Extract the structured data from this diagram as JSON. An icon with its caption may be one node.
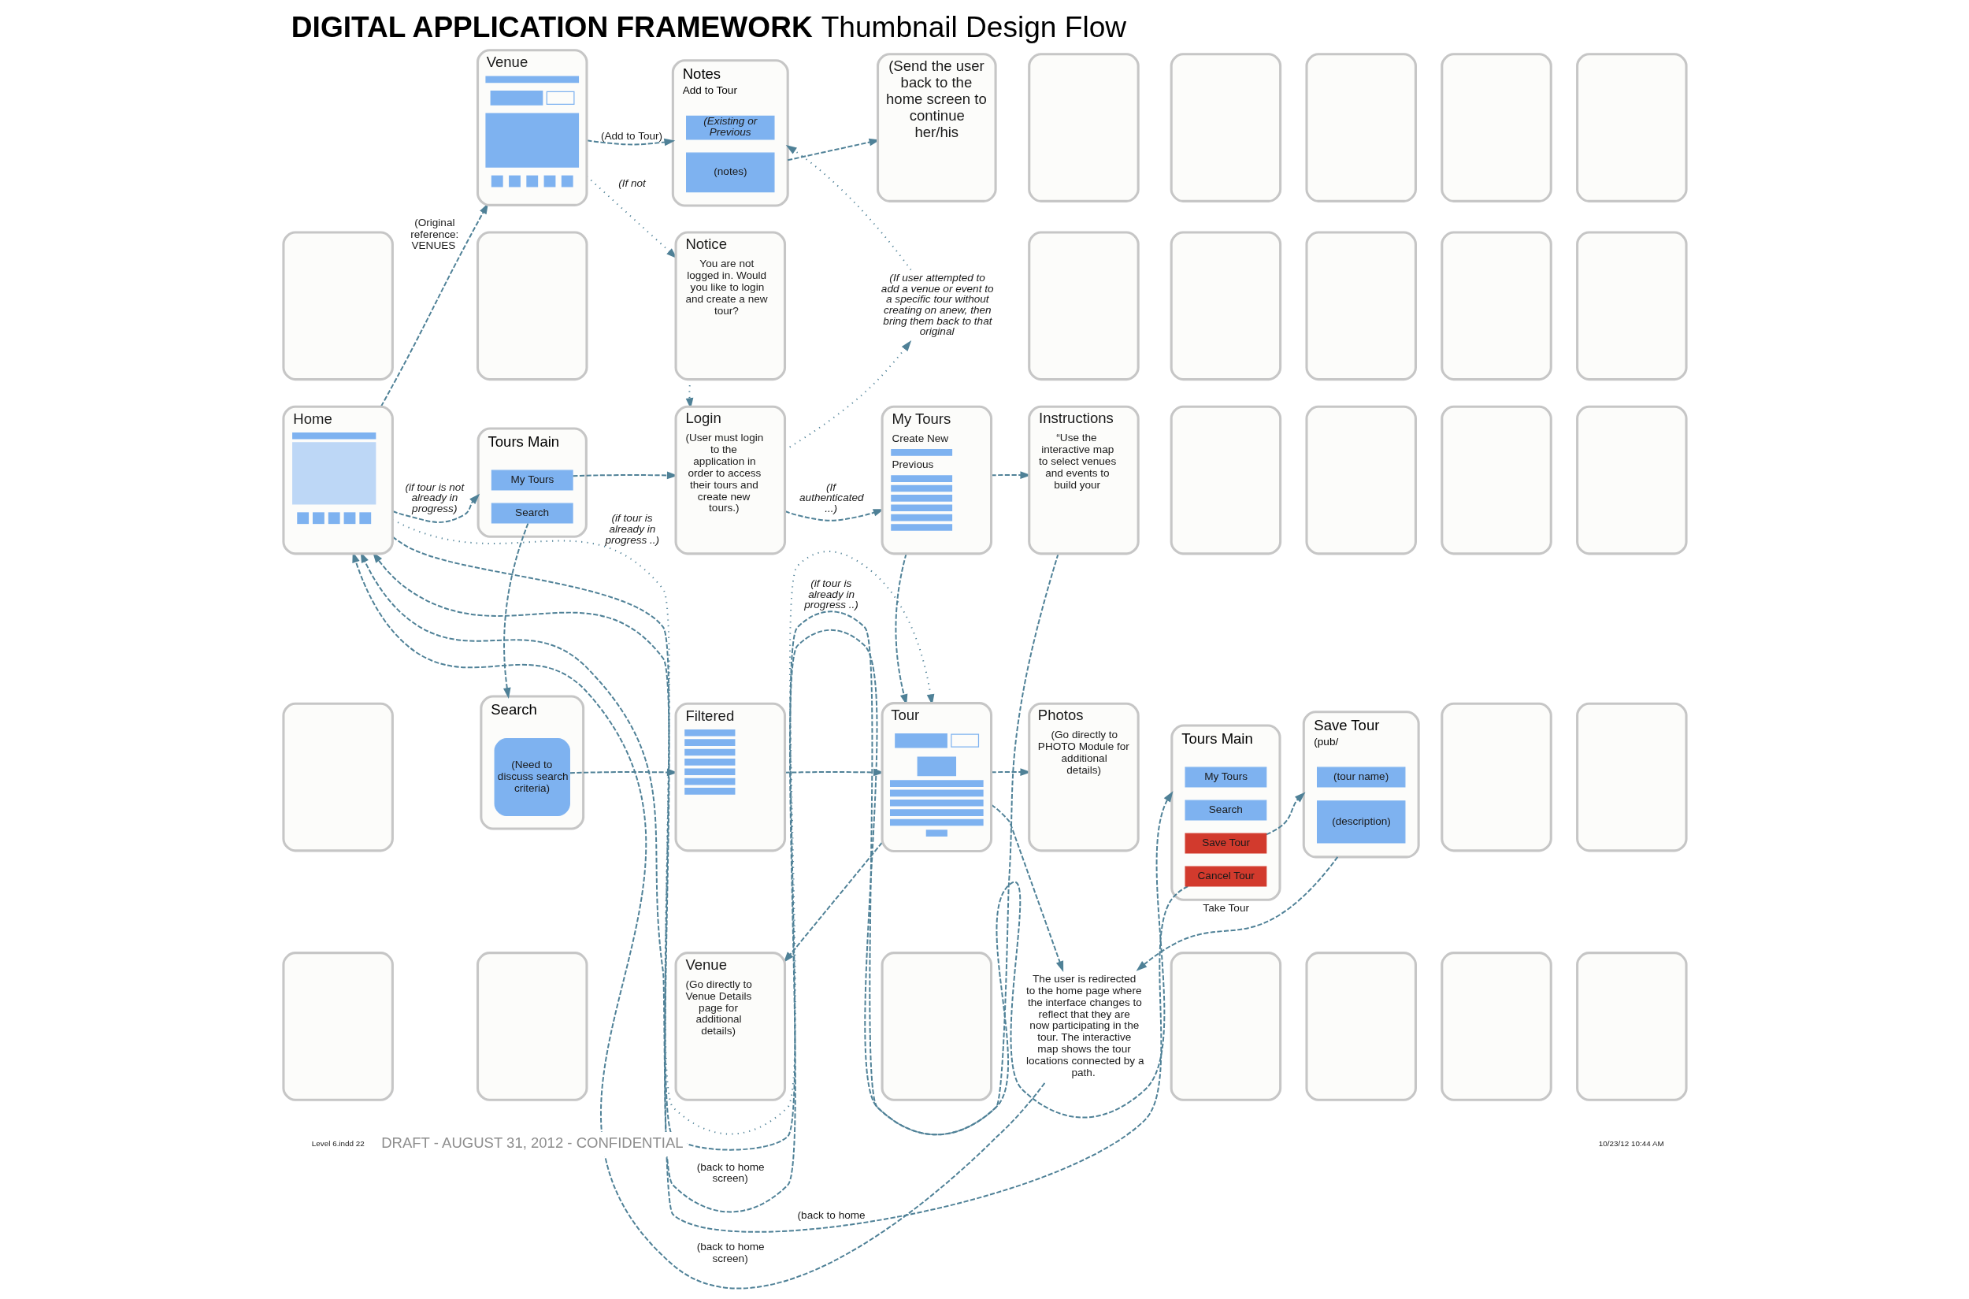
{
  "diagram": {
    "title": "**DIGITAL APPLICATION FRAMEWORK** Thumbnail Design Flow",
    "nodes": [
      {
        "text": [
          "Venue"
        ]
      },
      {
        "text": [
          "Notes",
          "Add to Tour"
        ]
      },
      {
        "text": [
          "(Existing or Previous"
        ],
        "in": 1
      },
      {
        "text": [
          "(notes)"
        ],
        "in": 1
      },
      {
        "text": [
          "(Send the user back to the home screen to continue her/his"
        ]
      },
      {
        "text": [],
        "shape": "box"
      },
      {
        "text": [],
        "shape": "box"
      },
      {
        "text": [],
        "shape": "box"
      },
      {
        "text": [],
        "shape": "box"
      },
      {
        "text": [],
        "shape": "box"
      },
      {
        "text": [],
        "shape": "box"
      },
      {
        "text": [],
        "shape": "box"
      },
      {
        "text": [
          "Notice",
          "You are not logged in. Would you like to login and create a new tour?"
        ]
      },
      {
        "text": [
          "(If user attempted to add a venue or event to a specific tour without creating on anew, then bring them back to that original"
        ]
      },
      {
        "text": [],
        "shape": "box"
      },
      {
        "text": [],
        "shape": "box"
      },
      {
        "text": [],
        "shape": "box"
      },
      {
        "text": [],
        "shape": "box"
      },
      {
        "text": [],
        "shape": "box"
      },
      {
        "text": [
          "Home"
        ]
      },
      {
        "text": [
          "Tours Main"
        ]
      },
      {
        "text": [
          "My Tours"
        ],
        "in": 20
      },
      {
        "text": [
          "Search"
        ],
        "in": 20
      },
      {
        "text": [
          "Login",
          "(User must login to the application in order to access their tours and create new tours.)"
        ]
      },
      {
        "text": [
          "My Tours",
          "Create New",
          "Previous"
        ]
      },
      {
        "text": [
          "Instructions",
          "“Use the interactive map to select venues and events to build your"
        ]
      },
      {
        "text": [],
        "shape": "box"
      },
      {
        "text": [],
        "shape": "box"
      },
      {
        "text": [],
        "shape": "box"
      },
      {
        "text": [],
        "shape": "box"
      },
      {
        "text": [],
        "shape": "box"
      },
      {
        "text": [
          "Search"
        ]
      },
      {
        "text": [
          "(Need to discuss search criteria)"
        ],
        "in": 31
      },
      {
        "text": [
          "Filtered"
        ]
      },
      {
        "text": [
          "Tour"
        ]
      },
      {
        "text": [
          "Photos",
          "(Go directly to PHOTO Module for additional details)"
        ]
      },
      {
        "text": [
          "Tours Main"
        ]
      },
      {
        "text": [
          "My Tours"
        ],
        "in": 36
      },
      {
        "text": [
          "Search"
        ],
        "in": 36
      },
      {
        "text": [
          "Save Tour"
        ],
        "in": 36
      },
      {
        "text": [
          "Cancel Tour"
        ],
        "in": 36
      },
      {
        "text": [
          "Save Tour",
          "(pub/"
        ]
      },
      {
        "text": [
          "(tour name)"
        ],
        "in": 41
      },
      {
        "text": [
          "(description)"
        ],
        "in": 41
      },
      {
        "text": [],
        "shape": "box"
      },
      {
        "text": [],
        "shape": "box"
      },
      {
        "text": [],
        "shape": "box"
      },
      {
        "text": [],
        "shape": "box"
      },
      {
        "text": [
          "Venue",
          "(Go directly to Venue Details page for additional details)"
        ]
      },
      {
        "text": [],
        "shape": "box"
      },
      {
        "text": [
          "The user is redirected to the home page where the interface changes to reflect that they are now participating in the tour. The interactive map shows the tour locations connected by a path."
        ]
      },
      {
        "text": [],
        "shape": "box"
      },
      {
        "text": [],
        "shape": "box"
      },
      {
        "text": [],
        "shape": "box"
      },
      {
        "text": [],
        "shape": "box"
      }
    ],
    "edges": [
      {
        "from": 19,
        "to": 0,
        "arrow": "to",
        "style": "dashed",
        "label": "(Original reference: VENUES"
      },
      {
        "from": 0,
        "to": 1,
        "arrow": "to",
        "style": "dashed",
        "label": "(Add to Tour)"
      },
      {
        "from": 0,
        "to": 12,
        "arrow": "to",
        "style": "dashed",
        "label": "(If not"
      },
      {
        "from": 1,
        "to": 4,
        "arrow": "to",
        "style": "dashed"
      },
      {
        "from": 12,
        "to": 23,
        "arrow": "to",
        "style": "dashed"
      },
      {
        "from": 23,
        "to": 13,
        "arrow": "to",
        "style": "dashed"
      },
      {
        "from": 13,
        "to": 1,
        "arrow": "to",
        "style": "dashed"
      },
      {
        "from": 25,
        "to": 19,
        "arrow": "to",
        "style": "dashed",
        "label": "(back to home screen)"
      },
      {
        "from": 19,
        "to": 20,
        "arrow": "to",
        "style": "dashed",
        "label": "(if tour is not already in progress)"
      },
      {
        "from": 21,
        "to": 23,
        "arrow": "to",
        "style": "dashed"
      },
      {
        "from": 22,
        "to": 31,
        "arrow": "to",
        "style": "dashed"
      },
      {
        "from": 23,
        "to": 24,
        "arrow": "to",
        "style": "dashed",
        "label": "(If authenticated ...)"
      },
      {
        "from": 24,
        "to": 25,
        "arrow": "to",
        "style": "dashed"
      },
      {
        "from": 24,
        "to": 34,
        "arrow": "to",
        "style": "dashed"
      },
      {
        "from": 19,
        "to": 36,
        "arrow": "to",
        "style": "dashed",
        "label": "(if tour is already in progress ..)"
      },
      {
        "from": 19,
        "to": 34,
        "arrow": "to",
        "style": "dashed",
        "label": "(if tour is already in progress ..)"
      },
      {
        "from": 32,
        "to": 33,
        "arrow": "to",
        "style": "dashed"
      },
      {
        "from": 33,
        "to": 34,
        "arrow": "to",
        "style": "dashed"
      },
      {
        "from": 34,
        "to": 35,
        "arrow": "to",
        "style": "dashed"
      },
      {
        "from": 34,
        "to": 48,
        "arrow": "to",
        "style": "dashed"
      },
      {
        "from": 34,
        "to": 50,
        "arrow": "to",
        "style": "dashed"
      },
      {
        "from": 39,
        "to": 41,
        "arrow": "to",
        "style": "dashed"
      },
      {
        "from": 40,
        "to": 19,
        "arrow": "to",
        "style": "dashed",
        "label": "(back to home"
      },
      {
        "from": 41,
        "to": 50,
        "arrow": "to",
        "style": "dashed",
        "label": "Take Tour"
      },
      {
        "from": 50,
        "to": 19,
        "arrow": "to",
        "style": "dashed",
        "label": "(back to home screen)"
      }
    ],
    "labels": [
      "DRAFT - AUGUST 31, 2012 - CONFIDENTIAL",
      "Level 6.indd 22",
      "10/23/12 10:44 AM"
    ]
  }
}
